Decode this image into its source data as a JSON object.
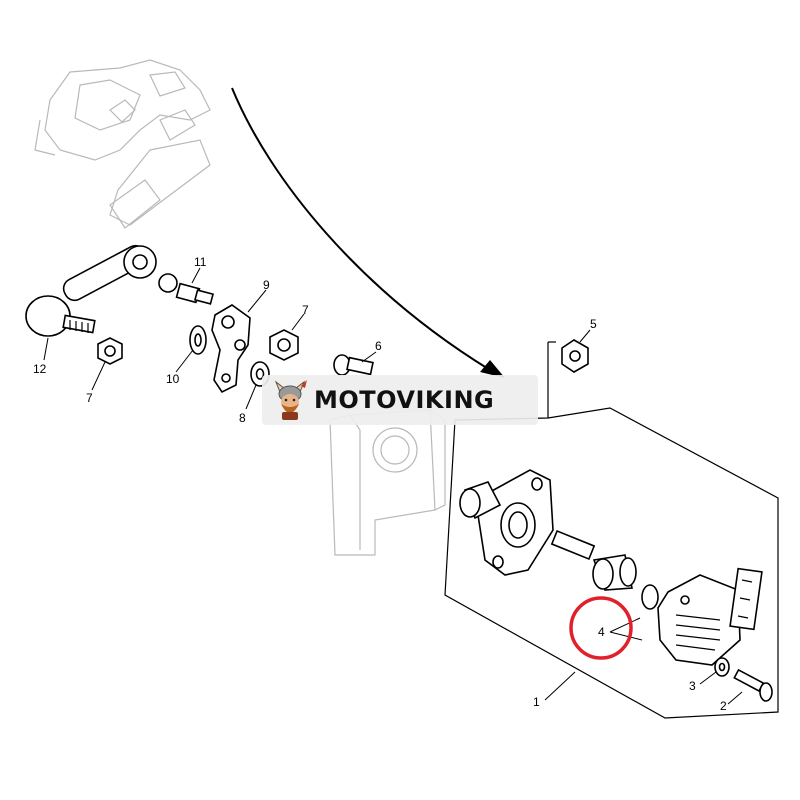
{
  "diagram": {
    "callouts": {
      "c1": "1",
      "c2": "2",
      "c3": "3",
      "c4": "4",
      "c5": "5",
      "c6": "6",
      "c7a": "7",
      "c7b": "7",
      "c8": "8",
      "c9": "9",
      "c10": "10",
      "c11": "11",
      "c12": "12"
    },
    "highlight_color": "#e0202a"
  },
  "watermark": {
    "brand": "MOTOVIKING",
    "logo_icon": "viking-mascot-icon"
  }
}
